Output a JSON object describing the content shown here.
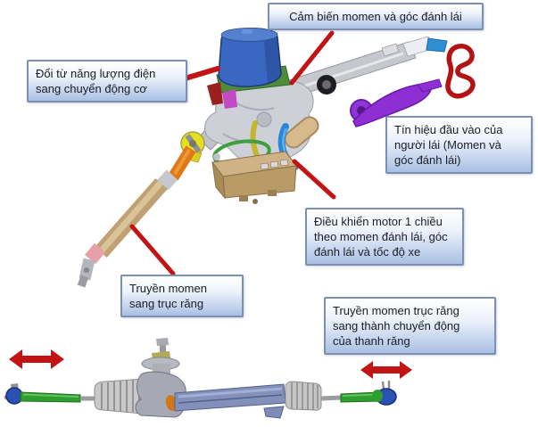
{
  "figure": {
    "type": "annotated-technical-diagram",
    "subject": "electric-power-steering-system",
    "background": "#ffffff",
    "palette": {
      "callout_border": "#7e90b2",
      "callout_fill_top": "#ffffff",
      "callout_fill_bottom": "#a9c0e4",
      "callout_text": "#1b1d26",
      "annotation_red": "#c21414",
      "motor_blue": "#3a67c2",
      "tilt_lever_purple": "#8d2fd3",
      "tie_rod_green": "#2f9e2f",
      "ecu_tan": "#c2a878"
    },
    "callouts": {
      "sensor": {
        "lines": [
          "Cảm biến momen và góc đánh lái"
        ]
      },
      "motor": {
        "lines": [
          "Đổi từ năng lượng điện",
          "sang chuyển động cơ"
        ]
      },
      "driver": {
        "lines": [
          "Tín hiệu đầu vào của",
          "người lái (Momen và",
          "góc đánh lái)"
        ]
      },
      "ecu": {
        "lines": [
          "Điều khiển motor 1 chiều",
          "theo momen đánh lái, góc",
          "đánh lái và tốc độ xe"
        ]
      },
      "column": {
        "lines": [
          "Truyền momen",
          "sang trục răng"
        ]
      },
      "rack": {
        "lines": [
          "Truyền momen trục răng",
          "sang thành chuyển động",
          "của thanh răng"
        ]
      }
    },
    "illustration": {
      "components": [
        "electric-motor",
        "torque-angle-sensor-housing",
        "steering-column-tube",
        "tilt-lever",
        "universal-joint",
        "intermediate-shaft",
        "ecu-box",
        "steering-rack",
        "tie-rod-ends",
        "rack-travel-arrows",
        "hand-drawn-squiggle"
      ]
    }
  }
}
